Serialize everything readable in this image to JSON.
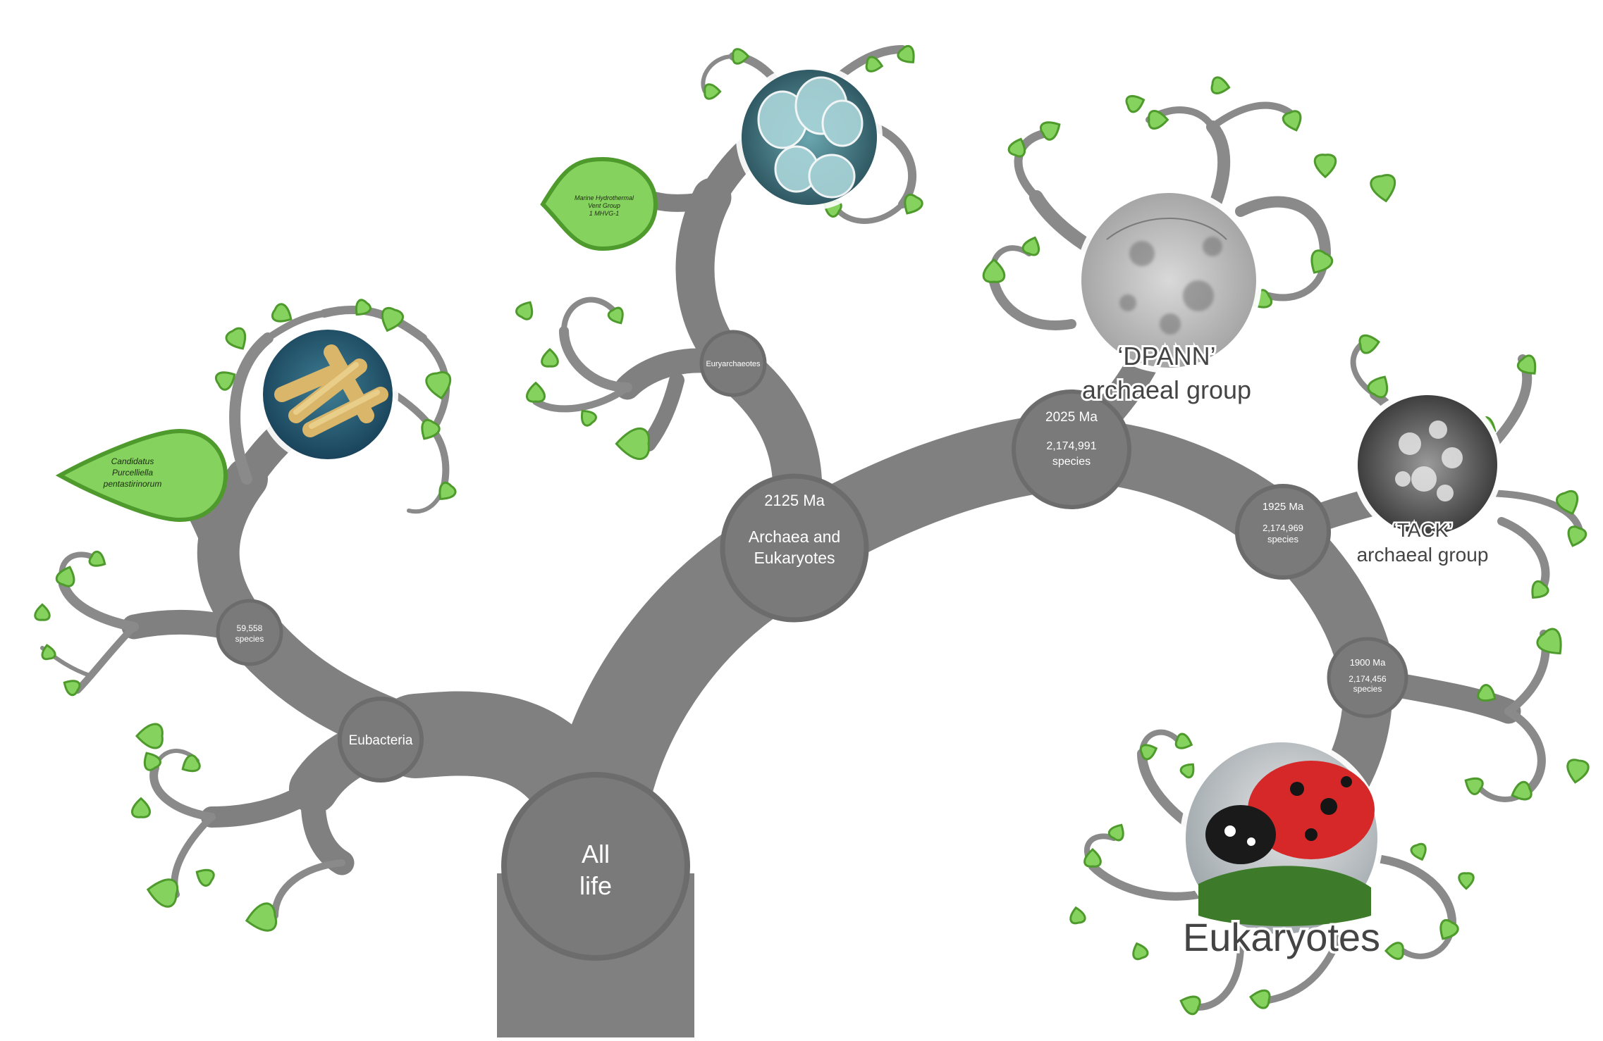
{
  "colors": {
    "branch": "#808080",
    "node_fill": "#7a7a7a",
    "node_ring": "#6c6c6c",
    "leaf_fill": "#85d35e",
    "leaf_edge": "#4e9a2c",
    "label_text": "#444444"
  },
  "nodes": {
    "root": {
      "line1": "All",
      "line2": "life"
    },
    "eubacteria": {
      "label": "Eubacteria"
    },
    "eubacteria_sub": {
      "count": "59,558",
      "unit": "species"
    },
    "archaea_eukaryotes": {
      "date": "2125 Ma",
      "line1": "Archaea and",
      "line2": "Eukaryotes"
    },
    "euryarchaeotes": {
      "label": "Euryarchaeotes"
    },
    "node_2025": {
      "date": "2025 Ma",
      "count": "2,174,991",
      "unit": "species"
    },
    "node_1925": {
      "date": "1925 Ma",
      "count": "2,174,969",
      "unit": "species"
    },
    "node_1900": {
      "date": "1900 Ma",
      "count": "2,174,456",
      "unit": "species"
    }
  },
  "leaf_labels": {
    "candidatus": {
      "line1": "Candidatus",
      "line2": "Purcelliella",
      "line3": "pentastirinorum"
    },
    "mhvg": {
      "line1": "Marine Hydrothermal",
      "line2": "Vent Group",
      "line3": "1 MHVG-1"
    }
  },
  "clade_labels": {
    "dpann": {
      "line1": "‘DPANN’",
      "line2": "archaeal group"
    },
    "tack": {
      "line1": "‘TACK’",
      "line2": "archaeal group"
    },
    "eukaryotes": {
      "label": "Eukaryotes"
    }
  },
  "images": {
    "bacteria": "rod-bacteria-image",
    "archaea_spheres": "coccus-cells-image",
    "dpann": "dpann-cell-image",
    "tack": "tack-cell-image",
    "ladybird": "ladybird-image"
  }
}
